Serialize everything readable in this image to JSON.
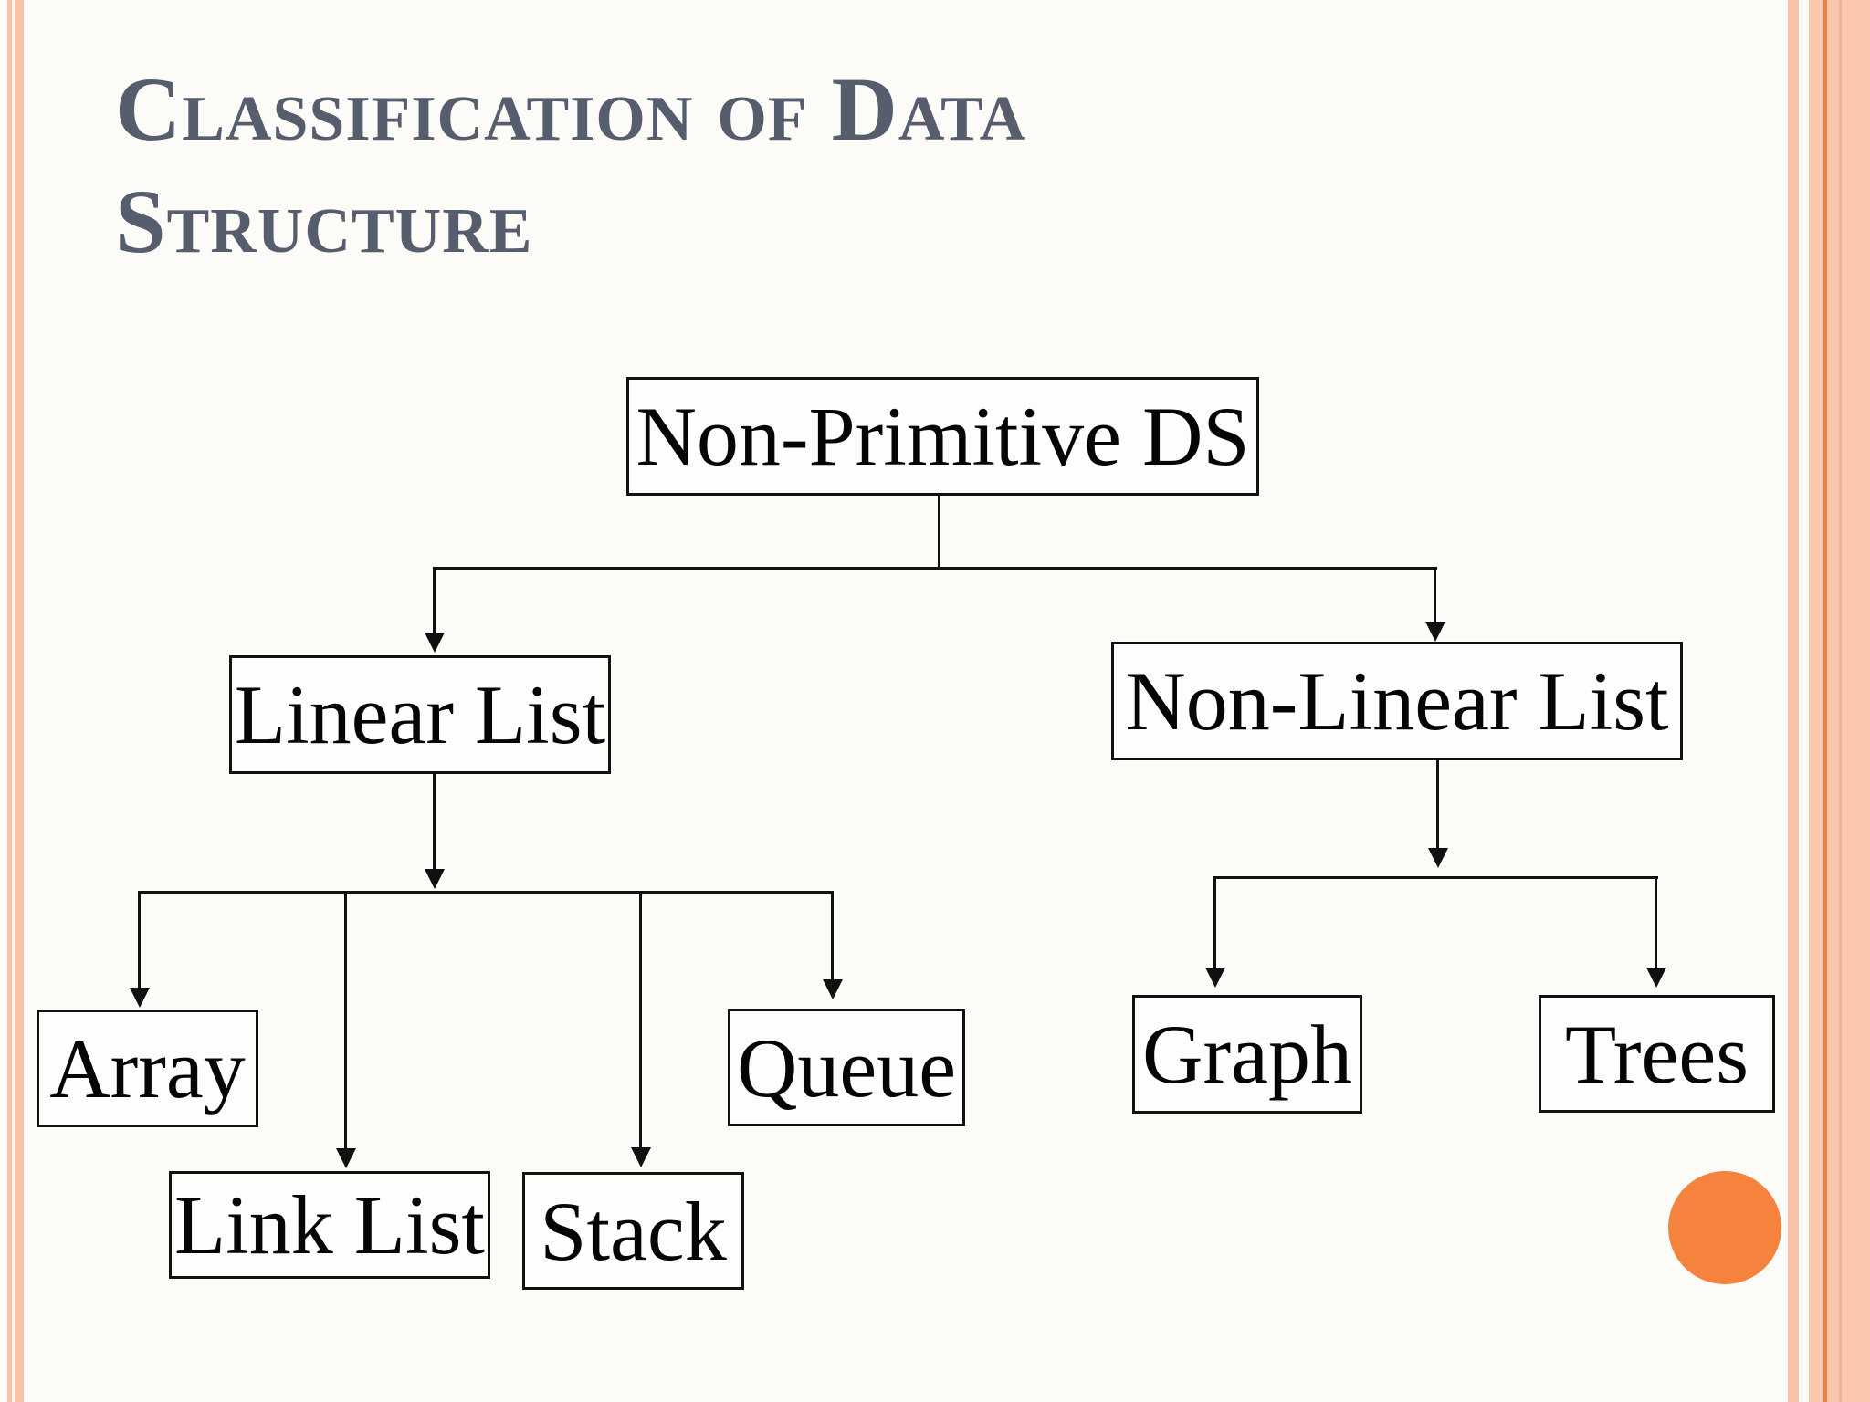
{
  "slide": {
    "title": "Classification of Data Structure",
    "title_lines": [
      "Classification of Data",
      "Structure"
    ]
  },
  "colors": {
    "title_text": "#565e6e",
    "background": "#fcfbf8",
    "stripe_salmon": "#f8c2a9",
    "stripe_salmon_wide": "#f9c7ae",
    "stripe_orange_line": "#ee8040",
    "stripe_salmon_inner_line": "#f4b091",
    "accent_circle_orange": "#f5823d",
    "box_border": "#111111",
    "box_text": "#050505"
  },
  "diagram": {
    "type": "tree",
    "root": "non_primitive",
    "nodes": {
      "non_primitive": {
        "label": "Non-Primitive DS",
        "children": [
          "linear",
          "non_linear"
        ]
      },
      "linear": {
        "label": "Linear List",
        "children": [
          "array",
          "link_list",
          "stack",
          "queue"
        ]
      },
      "non_linear": {
        "label": "Non-Linear List",
        "children": [
          "graph",
          "trees"
        ]
      },
      "array": {
        "label": "Array",
        "children": []
      },
      "link_list": {
        "label": "Link List",
        "children": []
      },
      "stack": {
        "label": "Stack",
        "children": []
      },
      "queue": {
        "label": "Queue",
        "children": []
      },
      "graph": {
        "label": "Graph",
        "children": []
      },
      "trees": {
        "label": "Trees",
        "children": []
      }
    }
  }
}
